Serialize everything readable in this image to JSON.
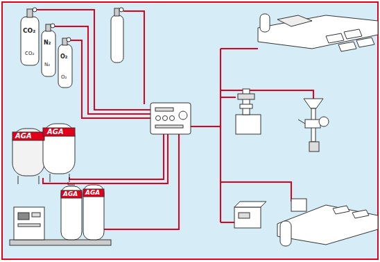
{
  "diagram": {
    "labels": [
      "CO₂",
      "CO₂",
      "N₂",
      "N₂",
      "O₂",
      "O₂",
      "AGA",
      "AGA",
      "AGA",
      "AGA"
    ]
  }
}
